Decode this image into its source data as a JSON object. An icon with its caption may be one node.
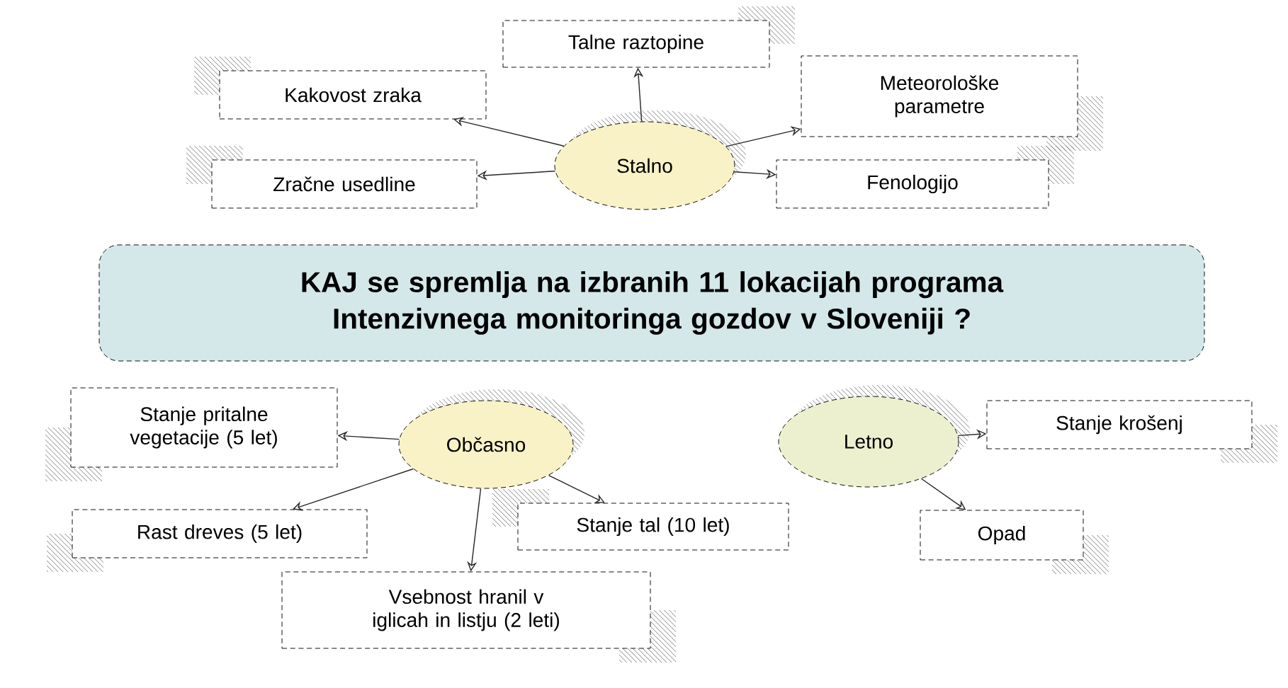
{
  "diagram": {
    "nodes": [
      {
        "text": [
          "Stalno"
        ]
      },
      {
        "text": [
          "Talne raztopine"
        ]
      },
      {
        "text": [
          "Kakovost zraka"
        ]
      },
      {
        "text": [
          "Meteorološke parametre"
        ]
      },
      {
        "text": [
          "Zračne usedline"
        ]
      },
      {
        "text": [
          "Fenologijo"
        ]
      },
      {
        "text": [
          "KAJ se spremlja na izbranih 11 lokacijah programa Intenzivnega monitoringa gozdov v Sloveniji ?"
        ]
      },
      {
        "text": [
          "Občasno"
        ]
      },
      {
        "text": [
          "Stanje pritalne vegetacije (5 let)"
        ]
      },
      {
        "text": [
          "Letno"
        ]
      },
      {
        "text": [
          "Stanje krošenj"
        ]
      },
      {
        "text": [
          "Rast dreves (5 let)"
        ]
      },
      {
        "text": [
          "Stanje tal (10 let)"
        ]
      },
      {
        "text": [
          "Vsebnost hranil v iglicah in listju (2 leti)"
        ]
      },
      {
        "text": [
          "Opad"
        ]
      }
    ],
    "edges": [
      {
        "from": 0,
        "to": 1,
        "arrow": "to"
      },
      {
        "from": 0,
        "to": 2,
        "arrow": "to"
      },
      {
        "from": 0,
        "to": 3,
        "arrow": "to"
      },
      {
        "from": 0,
        "to": 4,
        "arrow": "to"
      },
      {
        "from": 0,
        "to": 5,
        "arrow": "to"
      },
      {
        "from": 7,
        "to": 8,
        "arrow": "to"
      },
      {
        "from": 7,
        "to": 11,
        "arrow": "to"
      },
      {
        "from": 7,
        "to": 13,
        "arrow": "to"
      },
      {
        "from": 7,
        "to": 12,
        "arrow": "to"
      },
      {
        "from": 9,
        "to": 10,
        "arrow": "to"
      },
      {
        "from": 9,
        "to": 14,
        "arrow": "to"
      }
    ]
  }
}
